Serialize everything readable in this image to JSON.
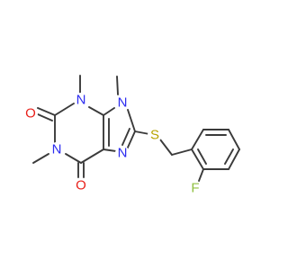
{
  "molecule": {
    "atoms": [
      {
        "id": "O1",
        "label": "O",
        "color": "#e8201a"
      },
      {
        "id": "O2",
        "label": "O",
        "color": "#e8201a"
      },
      {
        "id": "N1",
        "label": "N",
        "color": "#2c2cf0"
      },
      {
        "id": "N3",
        "label": "N",
        "color": "#2c2cf0"
      },
      {
        "id": "N7",
        "label": "N",
        "color": "#2c2cf0"
      },
      {
        "id": "N9",
        "label": "N",
        "color": "#2c2cf0"
      },
      {
        "id": "S",
        "label": "S",
        "color": "#b8a400"
      },
      {
        "id": "F",
        "label": "F",
        "color": "#90c040"
      }
    ],
    "bond_color": "#3a3a3a"
  }
}
